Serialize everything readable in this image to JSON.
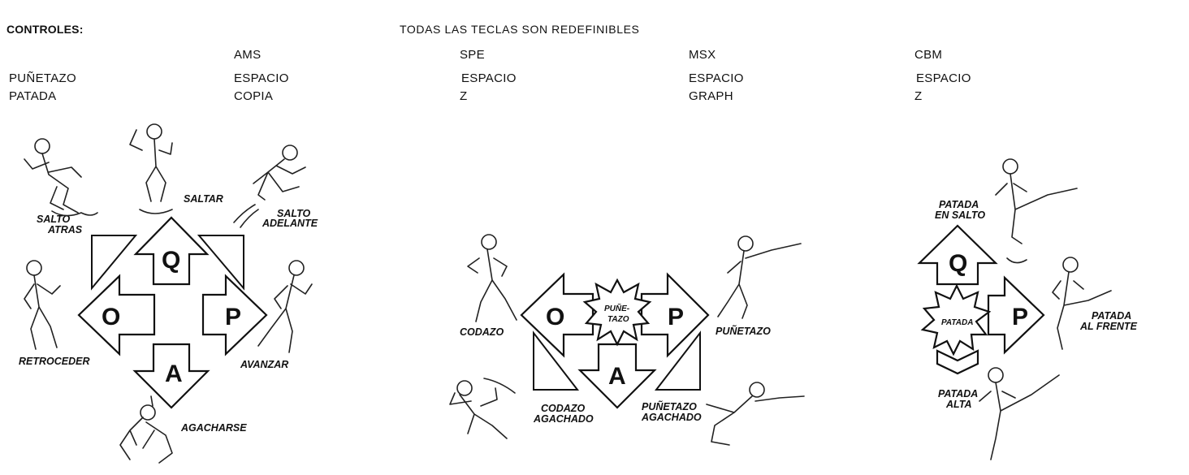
{
  "header": {
    "title": "CONTROLES:",
    "note": "TODAS LAS TECLAS SON REDEFINIBLES"
  },
  "controls_table": {
    "columns": [
      "AMS",
      "SPE",
      "MSX",
      "CBM"
    ],
    "rows": [
      {
        "action": "PUÑETAZO",
        "values": [
          "ESPACIO",
          "ESPACIO",
          "ESPACIO",
          "ESPACIO"
        ]
      },
      {
        "action": "PATADA",
        "values": [
          "COPIA",
          "Z",
          "GRAPH",
          "Z"
        ]
      }
    ]
  },
  "diagram_move": {
    "keys": {
      "up": "Q",
      "left": "O",
      "right": "P",
      "down": "A"
    },
    "labels": {
      "saltar": "SALTAR",
      "salto_atras_1": "SALTO",
      "salto_atras_2": "ATRAS",
      "salto_adelante_1": "SALTO",
      "salto_adelante_2": "ADELANTE",
      "retroceder": "RETROCEDER",
      "avanzar": "AVANZAR",
      "agacharse": "AGACHARSE"
    }
  },
  "diagram_punch": {
    "keys": {
      "left": "O",
      "right": "P",
      "down": "A"
    },
    "burst_1": "PUÑE-",
    "burst_2": "TAZO",
    "labels": {
      "codazo": "CODAZO",
      "punetazo": "PUÑETAZO",
      "codazo_agachado_1": "CODAZO",
      "codazo_agachado_2": "AGACHADO",
      "punetazo_agachado_1": "PUÑETAZO",
      "punetazo_agachado_2": "AGACHADO"
    }
  },
  "diagram_kick": {
    "keys": {
      "up": "Q",
      "right": "P"
    },
    "burst": "PATADA",
    "labels": {
      "patada_en_salto_1": "PATADA",
      "patada_en_salto_2": "EN SALTO",
      "patada_al_frente_1": "PATADA",
      "patada_al_frente_2": "AL FRENTE",
      "patada_alta_1": "PATADA",
      "patada_alta_2": "ALTA"
    }
  }
}
